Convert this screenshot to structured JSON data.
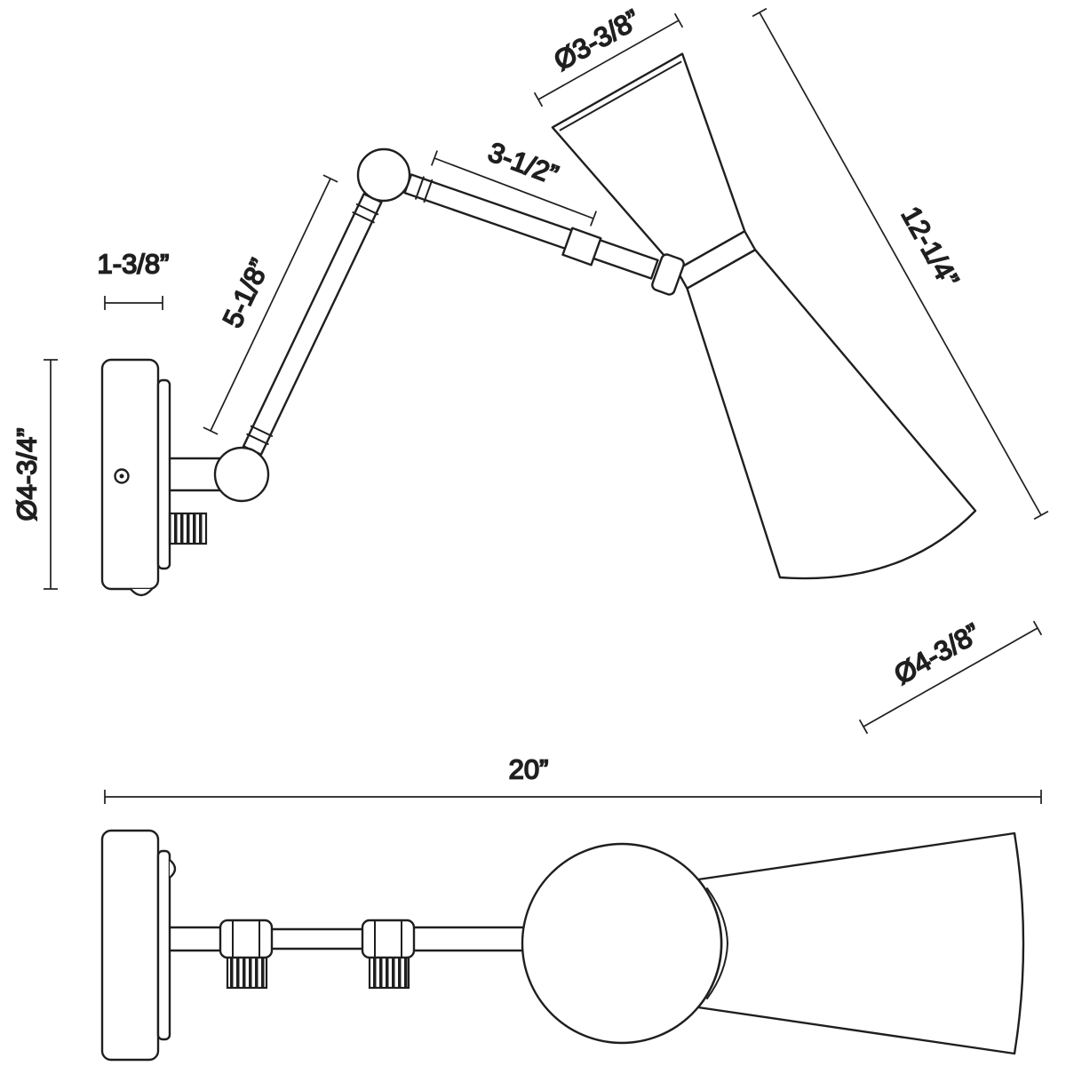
{
  "colors": {
    "background": "#ffffff",
    "line": "#1f1f1f"
  },
  "dims": {
    "backplate_depth": "1-3/8”",
    "backplate_diameter": "Ø4-3/4”",
    "arm_lower_segment": "5-1/8”",
    "arm_upper_segment": "3-1/2”",
    "shade_top_diameter": "Ø3-3/8”",
    "shade_length": "12-1/4”",
    "shade_bottom_diameter": "Ø4-3/8”",
    "overall_extension": "20”"
  }
}
